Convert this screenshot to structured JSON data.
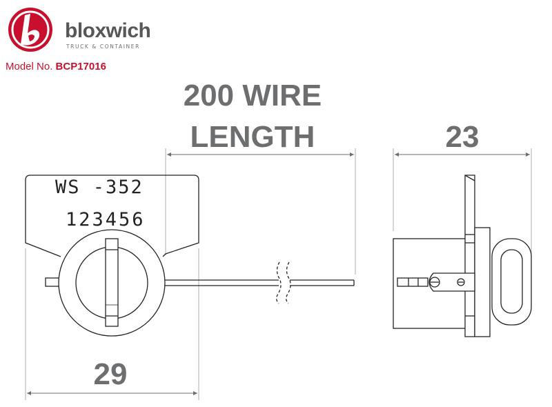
{
  "brand": {
    "name": "bloxwich",
    "tagline": "TRUCK & CONTAINER",
    "primary_color": "#c8102e",
    "text_color": "#555759"
  },
  "model": {
    "label": "Model No.",
    "number": "BCP17016"
  },
  "drawing": {
    "dim_wire_length_line1": "200 WIRE",
    "dim_wire_length_line2": "LENGTH",
    "dim_side_width": "23",
    "dim_front_width": "29",
    "seal_text": "WS -352",
    "seal_number": "123456",
    "line_color": "#222222",
    "dim_color": "#6d6e70"
  }
}
